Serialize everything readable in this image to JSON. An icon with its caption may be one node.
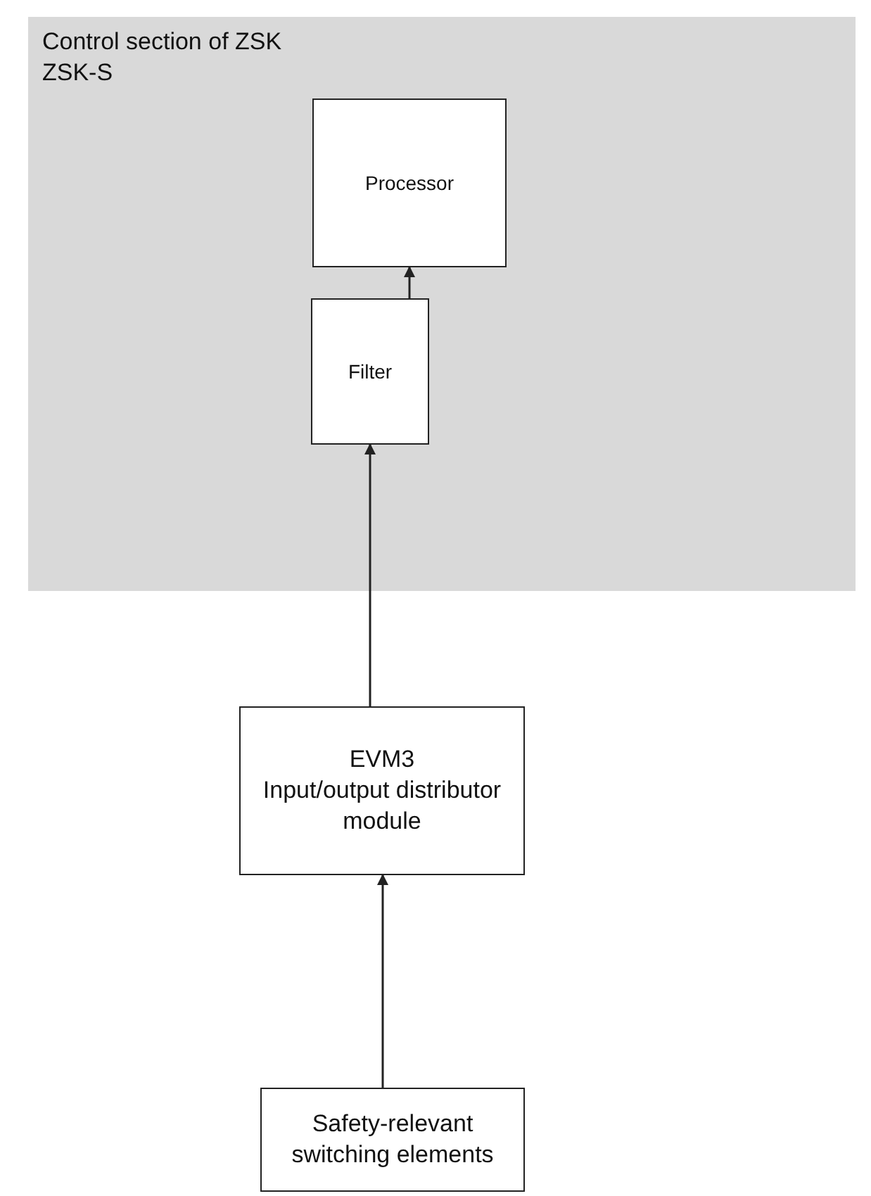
{
  "diagram": {
    "nodes": [
      {
        "text": [
          "Control section of ZSK",
          "ZSK-S"
        ]
      },
      {
        "text": [
          "Processor"
        ],
        "in": 0
      },
      {
        "text": [
          "Filter"
        ],
        "in": 0
      },
      {
        "text": [
          "EVM3",
          "Input/output distributor module"
        ]
      },
      {
        "text": [
          "Safety-relevant switching elements"
        ]
      }
    ],
    "edges": [
      {
        "from": 2,
        "to": 1,
        "arrow": "to"
      },
      {
        "from": 3,
        "to": 2,
        "arrow": "to"
      },
      {
        "from": 4,
        "to": 3,
        "arrow": "to"
      }
    ]
  }
}
